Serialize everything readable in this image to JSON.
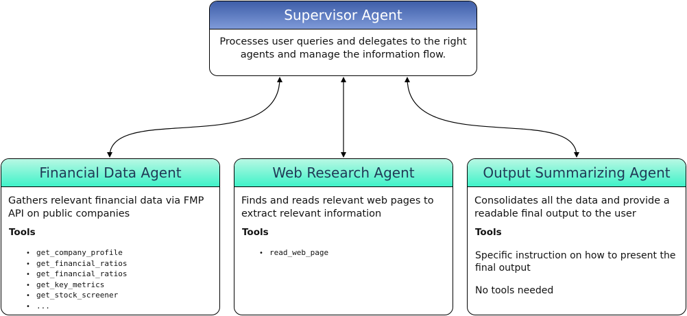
{
  "supervisor": {
    "title": "Supervisor Agent",
    "description": "Processes user queries and delegates to the right agents and manage the information flow."
  },
  "agents": [
    {
      "title": "Financial Data Agent",
      "description": "Gathers relevant financial data via FMP API on public companies",
      "tools_label": "Tools",
      "tools": [
        "get_company_profile",
        "get_financial_ratios",
        "get_financial_ratios",
        "get_key_metrics",
        "get_stock_screener",
        "..."
      ]
    },
    {
      "title": "Web Research Agent",
      "description": "Finds and reads relevant web pages to extract relevant information",
      "tools_label": "Tools",
      "tools": [
        "read_web_page"
      ]
    },
    {
      "title": "Output Summarizing Agent",
      "description": "Consolidates all the data and provide a readable final output to the user",
      "tools_label": "Tools",
      "instruction": "Specific instruction on how to present the final output",
      "no_tools": "No tools needed"
    }
  ],
  "colors": {
    "supervisor_header_top": "#3e5ea8",
    "supervisor_header_bottom": "#7f9ad9",
    "agent_header_top": "#b8f8e4",
    "agent_header_bottom": "#3ff2c8",
    "agent_title_text": "#1f3a56"
  }
}
